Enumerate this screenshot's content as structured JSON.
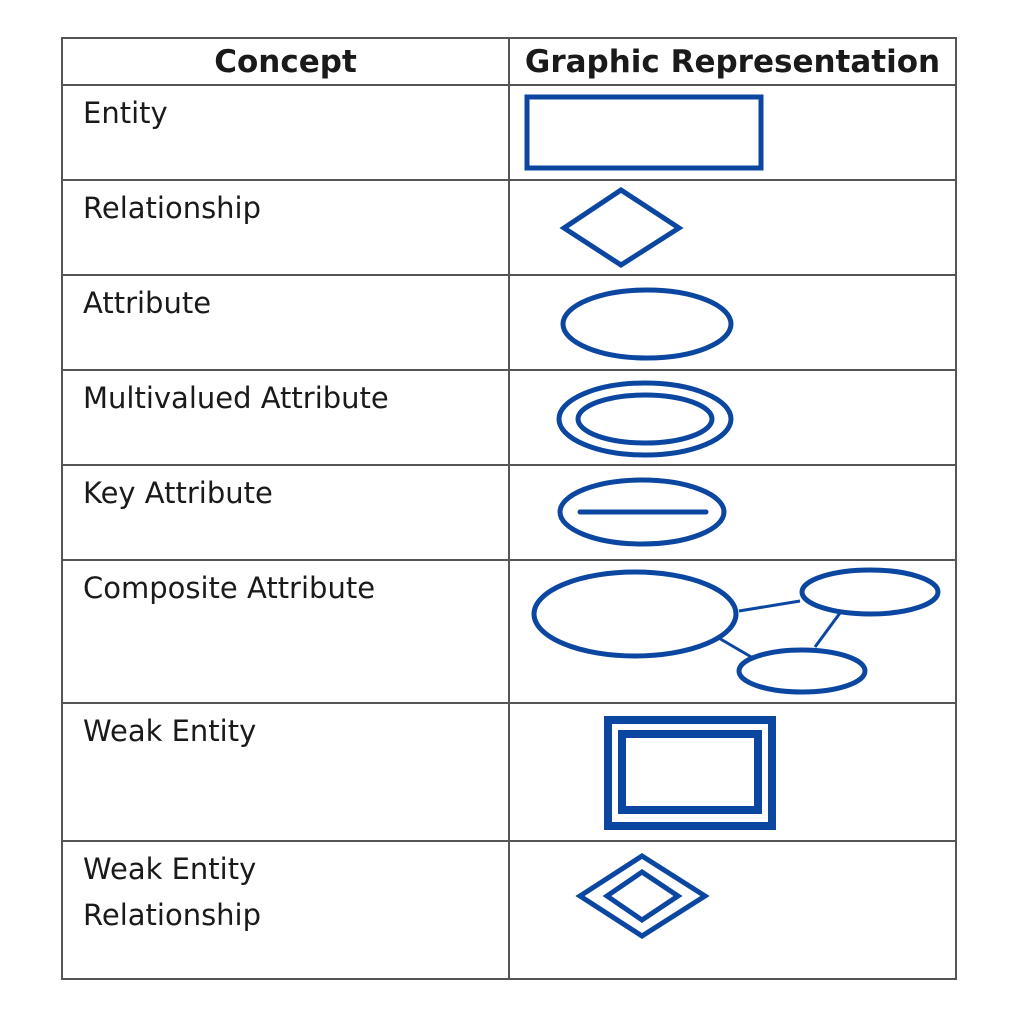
{
  "header": {
    "concept": "Concept",
    "graphic": "Graphic Representation"
  },
  "shape_color": "#0b47a1",
  "rows": [
    {
      "concept": "Entity",
      "icon": "entity-rectangle-icon"
    },
    {
      "concept": "Relationship",
      "icon": "relationship-diamond-icon"
    },
    {
      "concept": "Attribute",
      "icon": "attribute-ellipse-icon"
    },
    {
      "concept": "Multivalued Attribute",
      "icon": "multivalued-attribute-double-ellipse-icon"
    },
    {
      "concept": "Key Attribute",
      "icon": "key-attribute-ellipse-icon"
    },
    {
      "concept": "Composite Attribute",
      "icon": "composite-attribute-icon"
    },
    {
      "concept": "Weak Entity",
      "icon": "weak-entity-double-rectangle-icon"
    },
    {
      "concept": "Weak Entity\nRelationship",
      "icon": "weak-entity-relationship-double-diamond-icon"
    }
  ]
}
